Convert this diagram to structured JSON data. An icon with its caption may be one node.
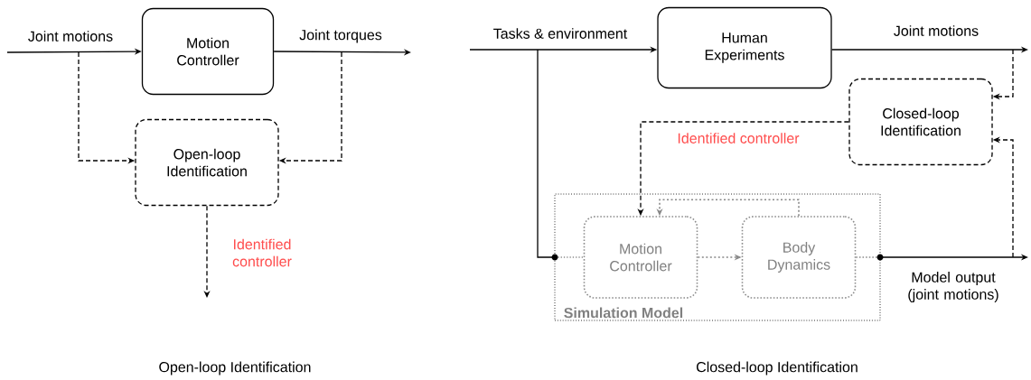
{
  "diagram": {
    "nodes": [
      {
        "text": [
          "Motion Controller"
        ]
      },
      {
        "text": [
          "Open-loop Identification"
        ]
      },
      {
        "text": [
          "Human Experiments"
        ]
      },
      {
        "text": [
          "Closed-loop Identification"
        ]
      },
      {
        "text": [
          "Simulation Model"
        ]
      },
      {
        "text": [
          "Motion Controller"
        ],
        "in": 4
      },
      {
        "text": [
          "Body Dynamics"
        ],
        "in": 4
      }
    ],
    "edges": [
      {
        "from": null,
        "to": 0,
        "arrow": "to",
        "label": "Joint motions"
      },
      {
        "from": 0,
        "to": null,
        "arrow": "to",
        "label": "Joint torques"
      },
      {
        "from": null,
        "to": 1,
        "arrow": "to",
        "style": "dashed"
      },
      {
        "from": null,
        "to": 1,
        "arrow": "to",
        "style": "dashed"
      },
      {
        "from": 1,
        "to": null,
        "arrow": "to",
        "style": "dashed",
        "label": "Identified controller"
      },
      {
        "from": null,
        "to": 2,
        "arrow": "to",
        "label": "Tasks & environment"
      },
      {
        "from": 2,
        "to": null,
        "arrow": "to",
        "label": "Joint motions"
      },
      {
        "from": null,
        "to": 3,
        "arrow": "to",
        "style": "dashed"
      },
      {
        "from": null,
        "to": 3,
        "arrow": "to",
        "style": "dashed"
      },
      {
        "from": 3,
        "to": 5,
        "arrow": "to",
        "style": "dashed",
        "label": "Identified controller"
      },
      {
        "from": null,
        "to": 5,
        "arrow": "none"
      },
      {
        "from": 5,
        "to": 6,
        "arrow": "to",
        "style": "dashed",
        "color": "#888888"
      },
      {
        "from": 6,
        "to": 5,
        "arrow": "to",
        "style": "dashed",
        "color": "#888888"
      },
      {
        "from": 6,
        "to": null,
        "arrow": "to",
        "label": "Model output (joint motions)"
      }
    ],
    "labels": [
      "Open-loop Identification",
      "Closed-loop Identification"
    ]
  }
}
